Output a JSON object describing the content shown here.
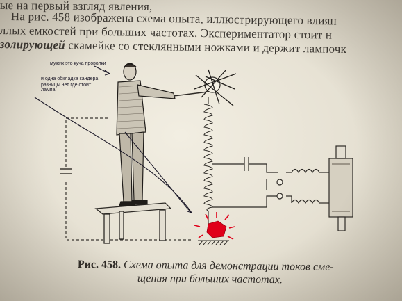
{
  "book_text": {
    "line_1": "ые на первый взгляд явления,",
    "line_2": "На рис. 458 изображена схема опыта, иллюстрирующего влиян",
    "line_3": "ллых емкостей при больших частотах. Экспериментатор стоит н",
    "line_4_italic": "золирующей",
    "line_4_rest": " скамейке со стеклянными ножками и держит лампочк"
  },
  "handwritten_notes": {
    "note_1": "мужик это куча проволки",
    "note_2": "и одна обкладка кандера",
    "note_3": "разницы нет где стоит",
    "note_4": "лампа"
  },
  "caption": {
    "label": "Рис. 458.",
    "text": "Схема опыта для демонстрации токов сме-",
    "text_2": "щения при больших частотах."
  },
  "colors": {
    "paper": "#ebe7da",
    "ink": "#2d2a26",
    "annotation_ink": "#1d1a2a",
    "highlight_red": "#e0001a"
  }
}
